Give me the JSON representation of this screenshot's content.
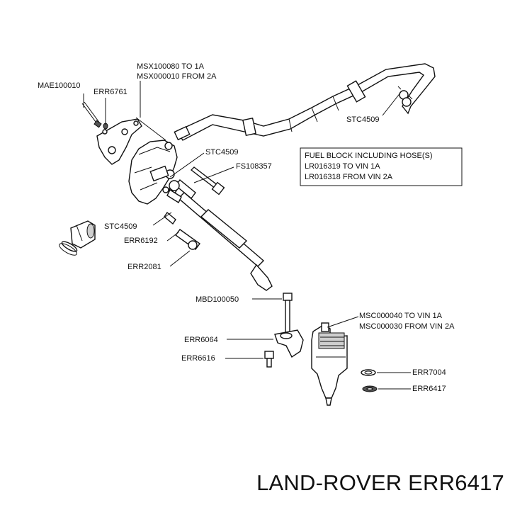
{
  "callouts": {
    "msx": [
      "MSX100080 TO 1A",
      "MSX000010 FROM 2A"
    ],
    "mae100010": "MAE100010",
    "err6761": "ERR6761",
    "stc4509_top": "STC4509",
    "stc4509_mid": "STC4509",
    "fs108357": "FS108357",
    "stc4509_left": "STC4509",
    "err6192": "ERR6192",
    "err2081": "ERR2081",
    "mbd100050": "MBD100050",
    "msc": [
      "MSC000040 TO VIN 1A",
      "MSC000030 FROM VIN 2A"
    ],
    "err6064": "ERR6064",
    "err6616": "ERR6616",
    "err7004": "ERR7004",
    "err6417": "ERR6417"
  },
  "fuel_block_note": [
    "FUEL BLOCK INCLUDING HOSE(S)",
    "LR016319 TO VIN 1A",
    "LR016318 FROM VIN 2A"
  ],
  "caption": "LAND-ROVER ERR6417"
}
